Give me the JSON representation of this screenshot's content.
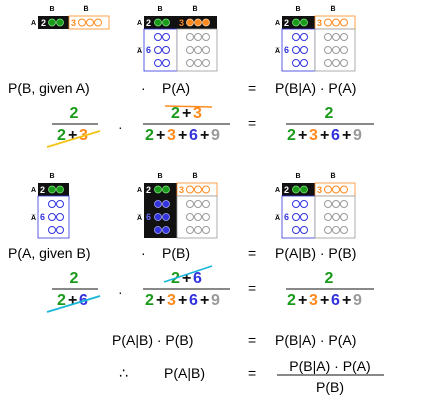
{
  "grid": {
    "col_labels": [
      "B",
      "B̅"
    ],
    "row_labels": [
      "A",
      "A̅"
    ],
    "cells": [
      [
        "2",
        "3"
      ],
      [
        "6",
        "9"
      ]
    ],
    "colors": {
      "green": "#1a9a1a",
      "orange": "#ff8a1e",
      "blue": "#3333dd",
      "gray": "#9a9a9a",
      "dark": "#111111",
      "black": "#000000"
    }
  },
  "section1": {
    "lhs_a": "P(B, given A)",
    "dot": "·",
    "lhs_b": "P(A)",
    "eq": "=",
    "rhs": "P(B|A) · P(A)",
    "frac1": {
      "num": "2",
      "den": [
        "2",
        "+",
        "3"
      ]
    },
    "frac2": {
      "num": [
        "2",
        "+",
        "3"
      ],
      "den": [
        "2",
        "+",
        "3",
        "+",
        "6",
        "+",
        "9"
      ]
    },
    "frac3": {
      "num": "2",
      "den": [
        "2",
        "+",
        "3",
        "+",
        "6",
        "+",
        "9"
      ]
    }
  },
  "section2": {
    "lhs_a": "P(A, given B)",
    "dot": "·",
    "lhs_b": "P(B)",
    "eq": "=",
    "rhs": "P(A|B) · P(B)",
    "frac1": {
      "num": "2",
      "den": [
        "2",
        "+",
        "6"
      ]
    },
    "frac2": {
      "num": [
        "2",
        "+",
        "6"
      ],
      "den": [
        "2",
        "+",
        "3",
        "+",
        "6",
        "+",
        "9"
      ]
    },
    "frac3": {
      "num": "2",
      "den": [
        "2",
        "+",
        "3",
        "+",
        "6",
        "+",
        "9"
      ]
    }
  },
  "section3": {
    "line1_lhs": "P(A|B) · P(B)",
    "line1_eq": "=",
    "line1_rhs": "P(B|A) · P(A)",
    "therefore": "∴",
    "line2_lhs": "P(A|B)",
    "line2_eq": "=",
    "line2_num": "P(B|A) · P(A)",
    "line2_den": "P(B)"
  }
}
